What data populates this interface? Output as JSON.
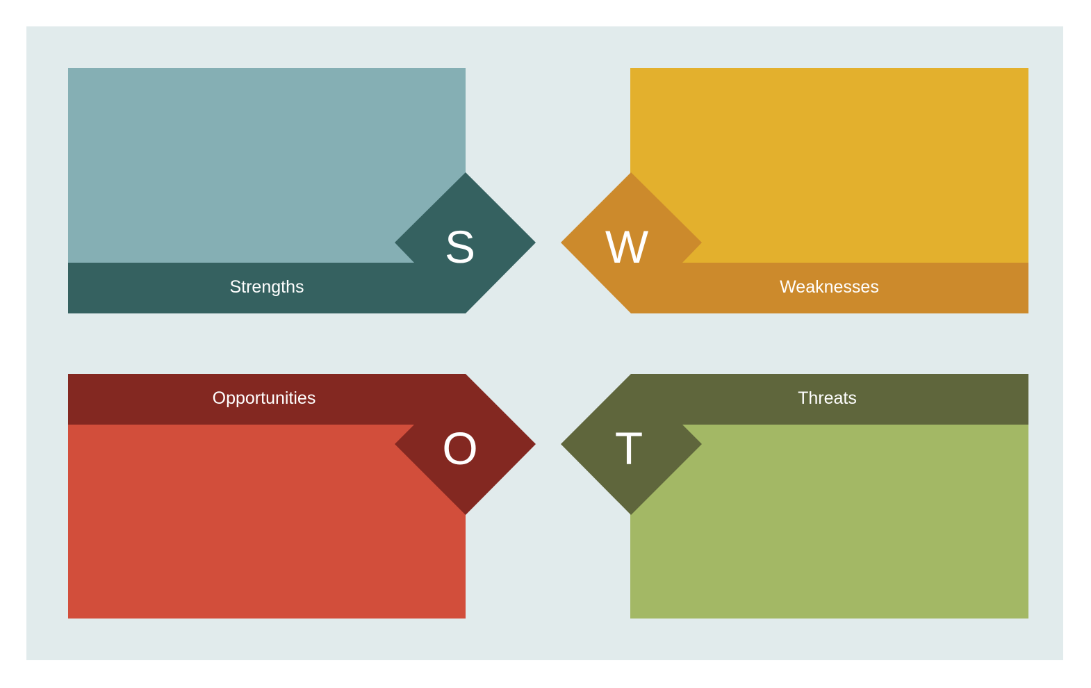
{
  "diagram": {
    "type": "SWOT analysis",
    "quadrants": [
      {
        "key": "strengths",
        "letter": "S",
        "label": "Strengths",
        "body_color": "#85afb4",
        "accent_color": "#356160"
      },
      {
        "key": "weaknesses",
        "letter": "W",
        "label": "Weaknesses",
        "body_color": "#e3b02d",
        "accent_color": "#cc8a2c"
      },
      {
        "key": "opportunities",
        "letter": "O",
        "label": "Opportunities",
        "body_color": "#d24e3b",
        "accent_color": "#832821"
      },
      {
        "key": "threats",
        "letter": "T",
        "label": "Threats",
        "body_color": "#a3b865",
        "accent_color": "#5f663c"
      }
    ],
    "background_color": "#e1ebec"
  }
}
